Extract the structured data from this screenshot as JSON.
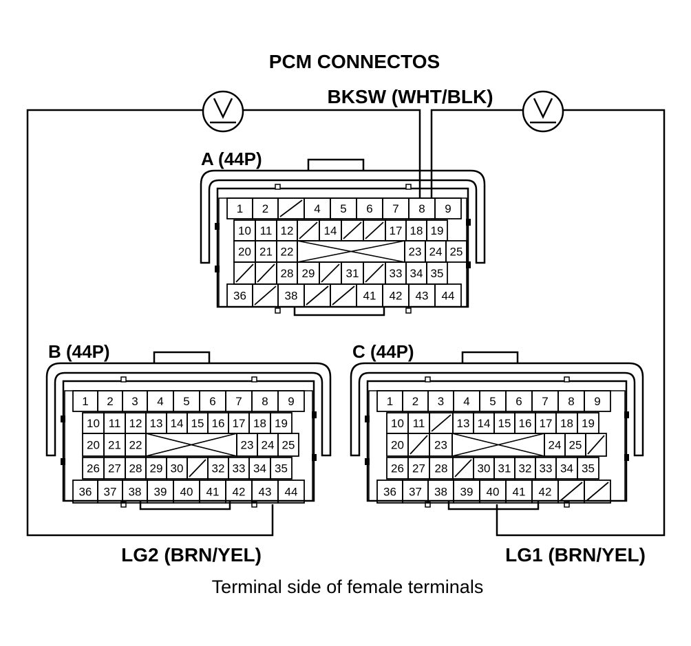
{
  "title": "PCM CONNECTOS",
  "caption": "Terminal side of female terminals",
  "wires": {
    "bksw": "BKSW (WHT/BLK)",
    "lg2": "LG2 (BRN/YEL)",
    "lg1": "LG1 (BRN/YEL)"
  },
  "meter_symbol": "V",
  "connectors": [
    {
      "id": "A",
      "label": "A (44P)",
      "rows": [
        [
          "1",
          "2",
          "",
          "4",
          "5",
          "6",
          "7",
          "8",
          "9"
        ],
        [
          "10",
          "11",
          "12",
          "",
          "14",
          "",
          "",
          "17",
          "18",
          "19"
        ],
        [
          "20",
          "21",
          "22",
          "23",
          "24",
          "25"
        ],
        [
          "",
          "",
          "28",
          "29",
          "",
          "31",
          "",
          "33",
          "34",
          "35"
        ],
        [
          "36",
          "",
          "38",
          "",
          "",
          "41",
          "42",
          "43",
          "44"
        ]
      ]
    },
    {
      "id": "B",
      "label": "B (44P)",
      "rows": [
        [
          "1",
          "2",
          "3",
          "4",
          "5",
          "6",
          "7",
          "8",
          "9"
        ],
        [
          "10",
          "11",
          "12",
          "13",
          "14",
          "15",
          "16",
          "17",
          "18",
          "19"
        ],
        [
          "20",
          "21",
          "22",
          "23",
          "24",
          "25"
        ],
        [
          "26",
          "27",
          "28",
          "29",
          "30",
          "",
          "32",
          "33",
          "34",
          "35"
        ],
        [
          "36",
          "37",
          "38",
          "39",
          "40",
          "41",
          "42",
          "43",
          "44"
        ]
      ]
    },
    {
      "id": "C",
      "label": "C (44P)",
      "rows": [
        [
          "1",
          "2",
          "3",
          "4",
          "5",
          "6",
          "7",
          "8",
          "9"
        ],
        [
          "10",
          "11",
          "",
          "13",
          "14",
          "15",
          "16",
          "17",
          "18",
          "19"
        ],
        [
          "20",
          "",
          "23",
          "24",
          "25"
        ],
        [
          "26",
          "27",
          "28",
          "",
          "30",
          "31",
          "32",
          "33",
          "34",
          "35"
        ],
        [
          "36",
          "37",
          "38",
          "39",
          "40",
          "41",
          "42",
          "",
          ""
        ]
      ]
    }
  ]
}
